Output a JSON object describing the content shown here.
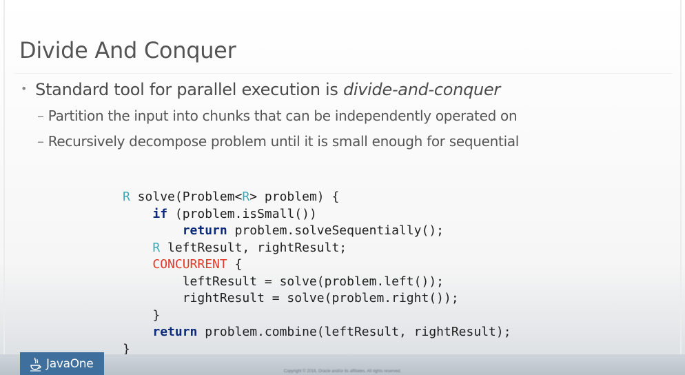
{
  "slide": {
    "title": "Divide And Conquer",
    "bullet": {
      "text": "Standard tool for parallel execution is ",
      "emphasis": "divide-and-conquer"
    },
    "sub_bullets": [
      "Partition the input into chunks that can be independently operated on",
      "Recursively decompose problem until it is small enough for sequential"
    ],
    "code": {
      "l1_type": "R",
      "l1_a": " solve(Problem<",
      "l1_type2": "R",
      "l1_b": "> problem) {",
      "l2_kw": "if",
      "l2_rest": " (problem.isSmall())",
      "l3_kw": "return",
      "l3_rest": " problem.solveSequentially();",
      "l4_type": "R",
      "l4_rest": " leftResult, rightResult;",
      "l5_conc": "CONCURRENT",
      "l5_rest": " {",
      "l6": "leftResult = solve(problem.left());",
      "l7": "rightResult = solve(problem.right());",
      "l8": "}",
      "l9_kw": "return",
      "l9_rest": " problem.combine(leftResult, rightResult);",
      "l10": "}"
    },
    "colors": {
      "type": "#3aa9b8",
      "keyword": "#0c2a7a",
      "concurrent": "#e03a2a",
      "logo_bg": "#3f6f9c"
    }
  },
  "footer": {
    "logo_label": "JavaOne",
    "logo_icon": "java-cup-icon",
    "copyright": "Copyright © 2016, Oracle and/or its affiliates. All rights reserved."
  }
}
